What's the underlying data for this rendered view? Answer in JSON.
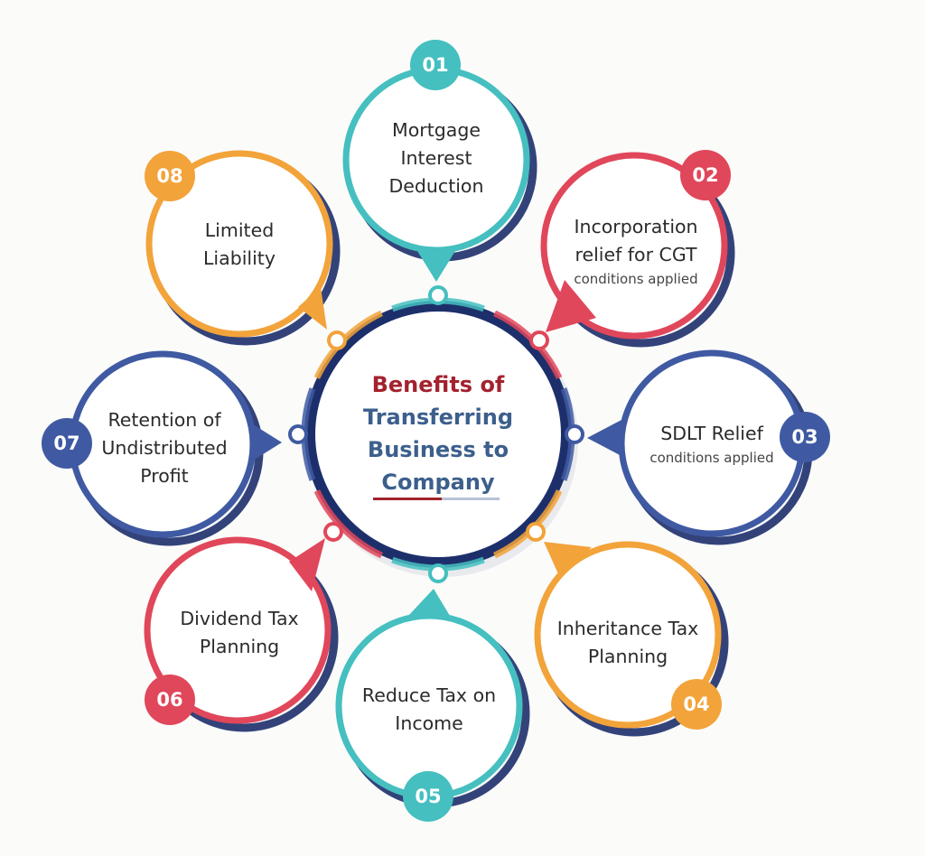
{
  "center": {
    "title_line1": "Benefits of",
    "title_line2": "Transferring",
    "title_line3": "Business to",
    "title_line4": "Company"
  },
  "items": [
    {
      "number": "01",
      "lines": [
        "Mortgage",
        "Interest",
        "Deduction"
      ],
      "note": "",
      "color": "#45bfbf"
    },
    {
      "number": "02",
      "lines": [
        "Incorporation",
        "relief for CGT"
      ],
      "note": "conditions applied",
      "color": "#e0475a"
    },
    {
      "number": "03",
      "lines": [
        "SDLT Relief"
      ],
      "note": "conditions applied",
      "color": "#3f5aa2"
    },
    {
      "number": "04",
      "lines": [
        "Inheritance Tax",
        "Planning"
      ],
      "note": "",
      "color": "#f2a33a"
    },
    {
      "number": "05",
      "lines": [
        "Reduce Tax on",
        "Income"
      ],
      "note": "",
      "color": "#45bfbf"
    },
    {
      "number": "06",
      "lines": [
        "Dividend Tax",
        "Planning"
      ],
      "note": "",
      "color": "#e0475a"
    },
    {
      "number": "07",
      "lines": [
        "Retention of",
        "Undistributed",
        "Profit"
      ],
      "note": "",
      "color": "#3f5aa2"
    },
    {
      "number": "08",
      "lines": [
        "Limited",
        "Liability"
      ],
      "note": "",
      "color": "#f2a33a"
    }
  ],
  "colors": {
    "teal": "#45bfbf",
    "red": "#e0475a",
    "navy": "#1d2f6b",
    "blue": "#3f5aa2",
    "orange": "#f2a33a"
  }
}
